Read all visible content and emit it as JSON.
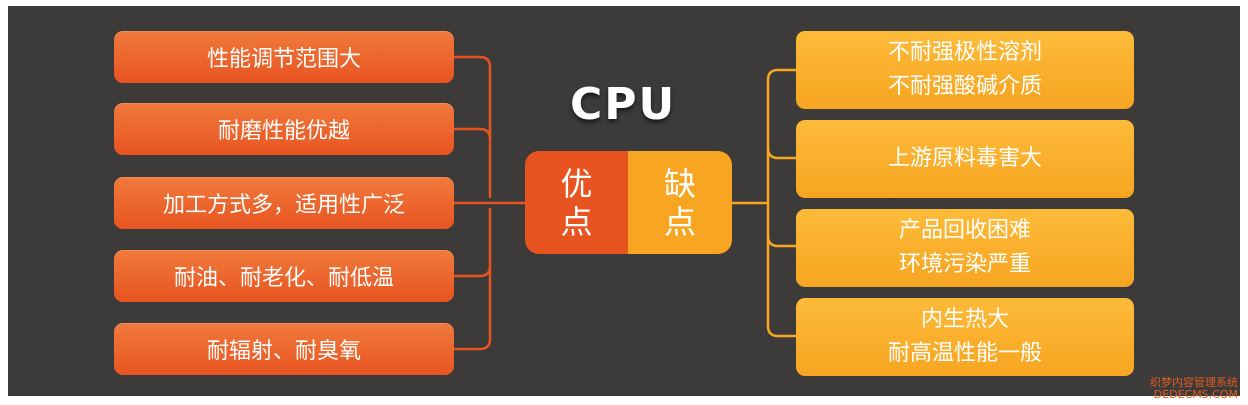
{
  "title": "CPU",
  "hub": {
    "advantages": [
      "优",
      "点"
    ],
    "disadvantages": [
      "缺",
      "点"
    ]
  },
  "advantages": [
    "性能调节范围大",
    "耐磨性能优越",
    "加工方式多，适用性广泛",
    "耐油、耐老化、耐低温",
    "耐辐射、耐臭氧"
  ],
  "disadvantages": [
    [
      "不耐强极性溶剂",
      "不耐强酸碱介质"
    ],
    [
      "上游原料毒害大"
    ],
    [
      "产品回收困难",
      "环境污染严重"
    ],
    [
      "内生热大",
      "耐高温性能一般"
    ]
  ],
  "watermark": [
    "织梦内容管理系统",
    "DEDECMS.COM"
  ],
  "colors": {
    "background": "#3d3a3a",
    "advantage": "#e8541f",
    "disadvantage": "#f8a622"
  }
}
